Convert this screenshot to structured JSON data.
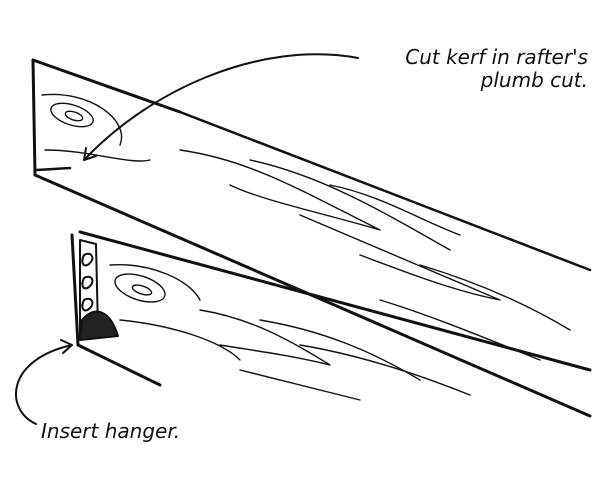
{
  "colors": {
    "ink": "#111111",
    "background": "#ffffff"
  },
  "callouts": {
    "kerf": {
      "line1": "Cut kerf in rafter's",
      "line2": "plumb cut."
    },
    "hanger": {
      "text": "Insert hanger."
    }
  }
}
